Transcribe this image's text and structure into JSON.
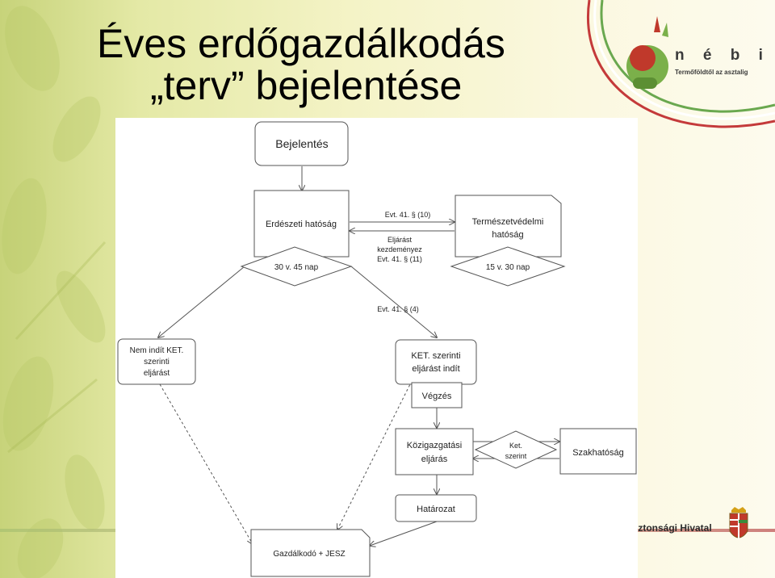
{
  "slide": {
    "title_line1": "Éves erdőgazdálkodás",
    "title_line2": "„terv” bejelentése"
  },
  "logo": {
    "name": "n é b i h",
    "tagline": "Termőföldtől az asztalig"
  },
  "footer": {
    "text": "iztonsági Hivatal"
  },
  "diagram": {
    "nodes": {
      "bejelentes": "Bejelentés",
      "erdeszeti": "Erdészeti hatóság",
      "termeszet_line1": "Természetvédelmi",
      "termeszet_line2": "hatóság",
      "d30_45": "30 v. 45 nap",
      "d15_30": "15 v. 30 nap",
      "nem_line1": "Nem indít KET.",
      "nem_line2": "szerinti",
      "nem_line3": "eljárást",
      "ket_line1": "KET. szerinti",
      "ket_line2": "eljárást indít",
      "vegzes": "Végzés",
      "kozig_line1": "Közigazgatási",
      "kozig_line2": "eljárás",
      "ketsz_line1": "Ket.",
      "ketsz_line2": "szerint",
      "szakhatosag": "Szakhatóság",
      "hatarozat": "Határozat",
      "gazdalkodo": "Gazdálkodó + JESZ"
    },
    "labels": {
      "evt10": "Evt. 41. § (10)",
      "eljarast1": "Eljárást",
      "eljarast2": "kezdeményez",
      "eljarast3": "Evt. 41. § (11)",
      "evt4": "Evt. 41. § (4)"
    }
  }
}
